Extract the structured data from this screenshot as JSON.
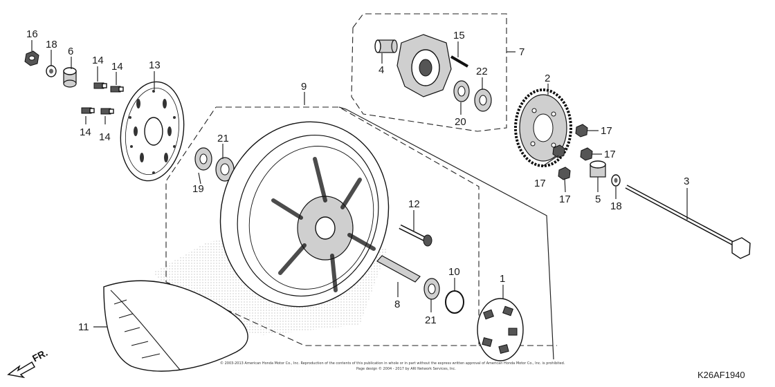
{
  "diagram": {
    "code": "K26AF1940",
    "front_marker": "FR.",
    "copyright_line1": "© 2003-2013 American Honda Motor Co., Inc. Reproduction of the contents of this publication in whole or in part without the express written approval of American Honda Motor Co., Inc. is prohibited.",
    "copyright_line2": "Page design © 2004 - 2017 by ARI Network Services, Inc.",
    "callouts": [
      "16",
      "18",
      "6",
      "14",
      "14",
      "13",
      "14",
      "14",
      "9",
      "21",
      "19",
      "4",
      "15",
      "22",
      "20",
      "7",
      "2",
      "17",
      "17",
      "17",
      "17",
      "3",
      "5",
      "18",
      "12",
      "10",
      "1",
      "8",
      "21",
      "11"
    ]
  }
}
